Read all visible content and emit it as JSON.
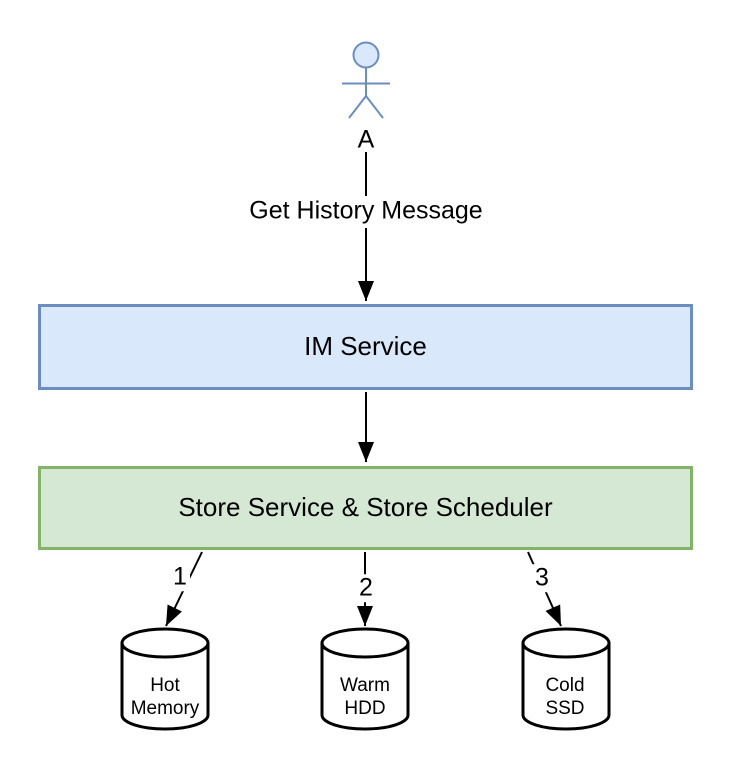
{
  "diagram": {
    "actor": {
      "label": "A",
      "stroke_color": "#6C8EBF",
      "head_fill_color": "#DAE8FC"
    },
    "edges": {
      "request_label": "Get History Message",
      "store_to_hot_label": "1",
      "store_to_warm_label": "2",
      "store_to_cold_label": "3",
      "line_color": "#000000"
    },
    "boxes": {
      "im_service": {
        "label": "IM Service",
        "fill_color": "#DAE8FC",
        "border_color": "#6C8EBF"
      },
      "store": {
        "label": "Store Service & Store Scheduler",
        "fill_color": "#D5E8D4",
        "border_color": "#82B366"
      }
    },
    "cylinders": {
      "hot": {
        "line1": "Hot",
        "line2": "Memory"
      },
      "warm": {
        "line1": "Warm",
        "line2": "HDD"
      },
      "cold": {
        "line1": "Cold",
        "line2": "SSD"
      }
    }
  }
}
